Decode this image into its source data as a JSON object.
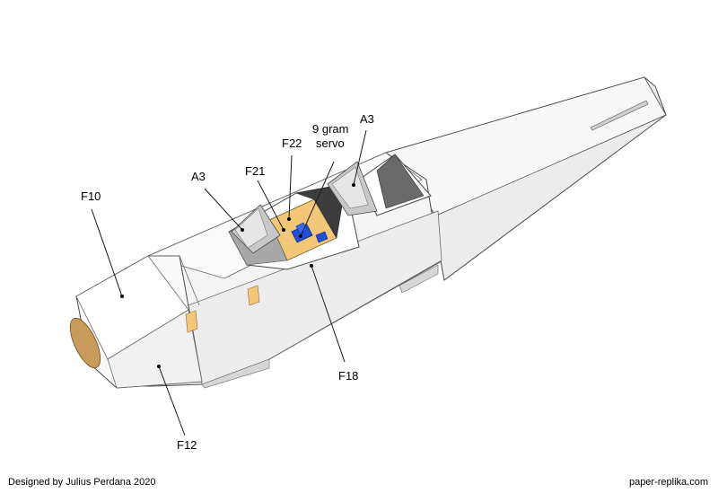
{
  "labels": {
    "f10": "F10",
    "a3_left": "A3",
    "f21": "F21",
    "f22": "F22",
    "servo_line1": "9 gram",
    "servo_line2": "servo",
    "a3_right": "A3",
    "f18": "F18",
    "f12": "F12"
  },
  "footer": {
    "designer": "Designed by Julius Perdana 2020",
    "site": "paper-replika.com"
  },
  "colors": {
    "body": "#ffffff",
    "shade": "#e8e8e8",
    "dark_shade": "#8c8c8c",
    "outline": "#4a4a4a",
    "plywood": "#f2c777",
    "servo": "#1f4fd6",
    "nose_tan": "#c99a5a"
  }
}
